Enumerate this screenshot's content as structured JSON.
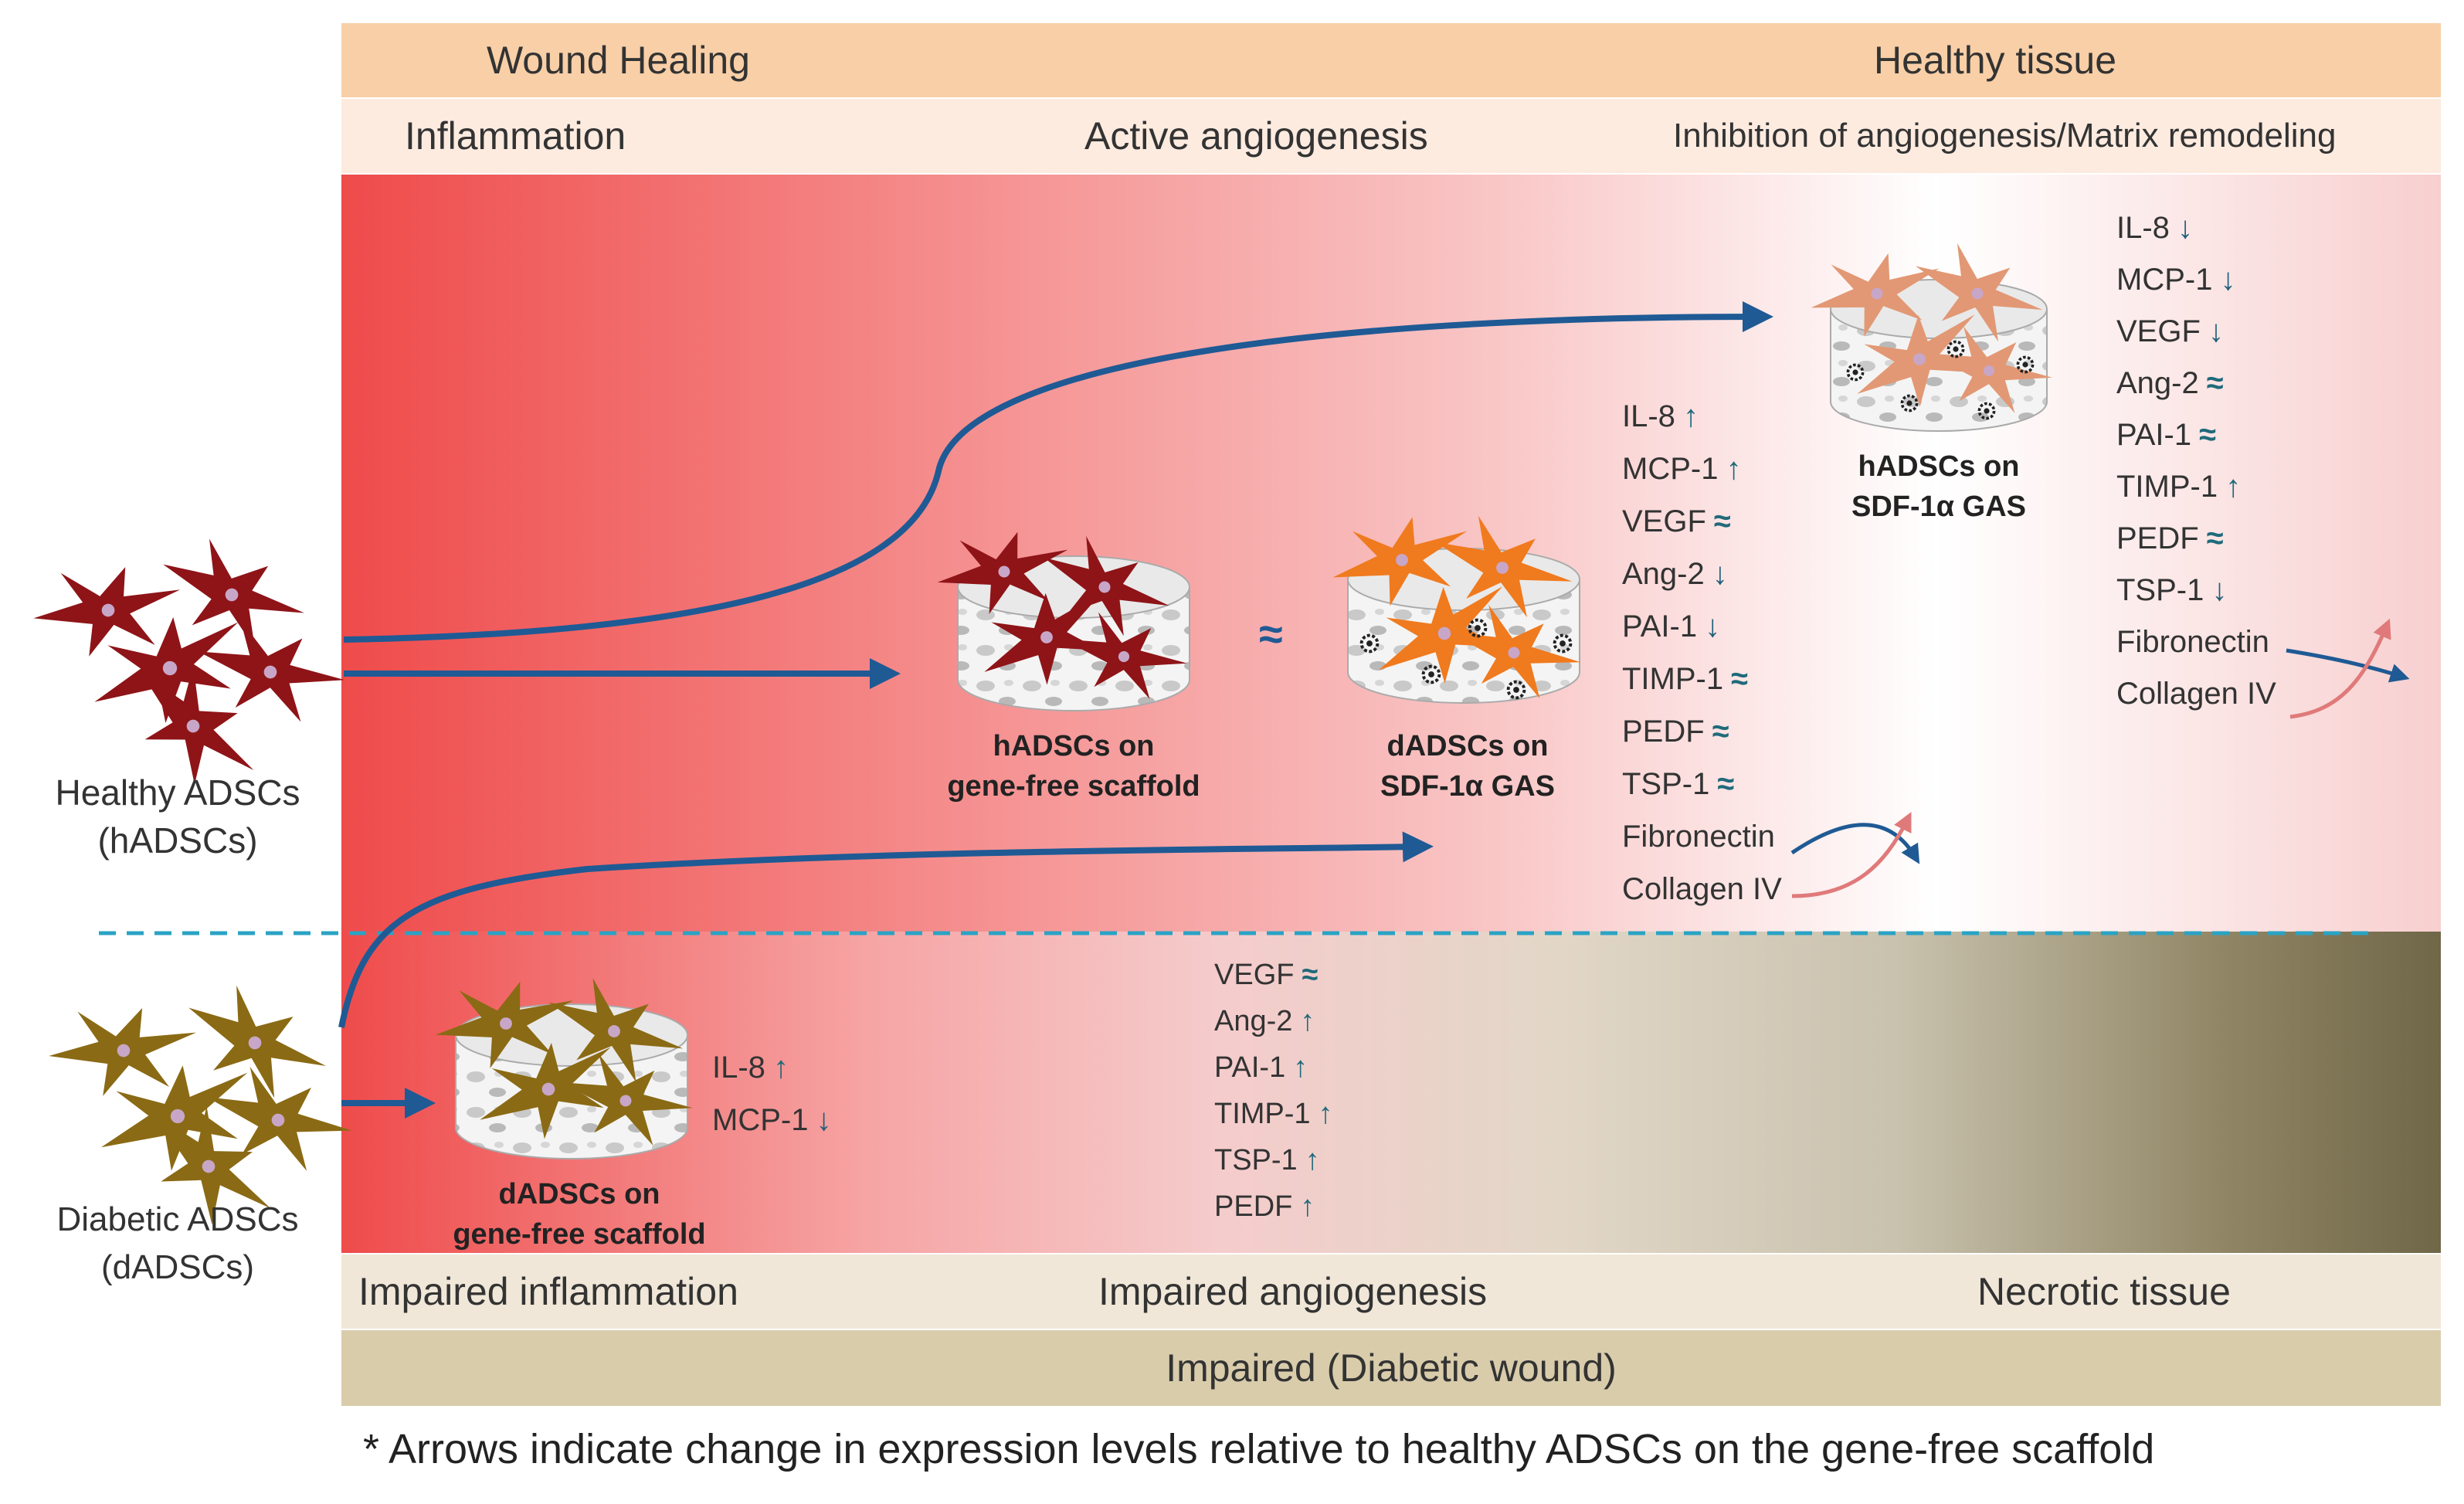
{
  "header": {
    "wound_healing": "Wound Healing",
    "healthy_tissue": "Healthy tissue"
  },
  "stages": {
    "inflammation": "Inflammation",
    "active_angiogenesis": "Active angiogenesis",
    "inhibition": "Inhibition of angiogenesis/Matrix remodeling"
  },
  "bottom": {
    "impaired_inflammation": "Impaired inflammation",
    "impaired_angiogenesis": "Impaired angiogenesis",
    "necrotic_tissue": "Necrotic tissue",
    "diabetic_wound": "Impaired (Diabetic wound)"
  },
  "cells": {
    "healthy_line1": "Healthy ADSCs",
    "healthy_line2": "(hADSCs)",
    "diabetic_line1": "Diabetic ADSCs",
    "diabetic_line2": "(dADSCs)"
  },
  "scaffolds": {
    "h_gene_free_1": "hADSCs on",
    "h_gene_free_2": "gene-free scaffold",
    "d_sdf_1": "dADSCs on",
    "d_sdf_2": "SDF-1α GAS",
    "h_sdf_1": "hADSCs on",
    "h_sdf_2": "SDF-1α GAS",
    "d_gene_free_1": "dADSCs on",
    "d_gene_free_2": "gene-free scaffold",
    "approx_symbol": "≈"
  },
  "markers": {
    "up": "↑",
    "down": "↓",
    "same": "≈"
  },
  "list_d_sdf": [
    {
      "name": "IL-8",
      "change": "up"
    },
    {
      "name": "MCP-1",
      "change": "up"
    },
    {
      "name": "VEGF",
      "change": "same"
    },
    {
      "name": "Ang-2",
      "change": "down"
    },
    {
      "name": "PAI-1",
      "change": "down"
    },
    {
      "name": "TIMP-1",
      "change": "same"
    },
    {
      "name": "PEDF",
      "change": "same"
    },
    {
      "name": "TSP-1",
      "change": "same"
    },
    {
      "name": "Fibronectin",
      "change": ""
    },
    {
      "name": "Collagen IV",
      "change": ""
    }
  ],
  "list_h_sdf": [
    {
      "name": "IL-8",
      "change": "down"
    },
    {
      "name": "MCP-1",
      "change": "down"
    },
    {
      "name": "VEGF",
      "change": "down"
    },
    {
      "name": "Ang-2",
      "change": "same"
    },
    {
      "name": "PAI-1",
      "change": "same"
    },
    {
      "name": "TIMP-1",
      "change": "up"
    },
    {
      "name": "PEDF",
      "change": "same"
    },
    {
      "name": "TSP-1",
      "change": "down"
    },
    {
      "name": "Fibronectin",
      "change": ""
    },
    {
      "name": "Collagen IV",
      "change": ""
    }
  ],
  "list_d_gene_free": [
    {
      "name": "IL-8",
      "change": "up"
    },
    {
      "name": "MCP-1",
      "change": "down"
    }
  ],
  "list_diabetic_angio": [
    {
      "name": "VEGF",
      "change": "same"
    },
    {
      "name": "Ang-2",
      "change": "up"
    },
    {
      "name": "PAI-1",
      "change": "up"
    },
    {
      "name": "TIMP-1",
      "change": "up"
    },
    {
      "name": "TSP-1",
      "change": "up"
    },
    {
      "name": "PEDF",
      "change": "up"
    }
  ],
  "footnote": "* Arrows indicate change in expression levels relative to healthy ADSCs on the gene-free scaffold",
  "colors": {
    "flow_arrow": "#1f5a94",
    "divider": "#2aa3c4",
    "healthy_cell": "#8e1418",
    "diabetic_cell": "#8a6a14",
    "orange_cell": "#f07a1e",
    "peach_cell": "#e29874",
    "fibronectin_curve": "#1f5a94",
    "collagen_curve": "#e07a7a"
  }
}
